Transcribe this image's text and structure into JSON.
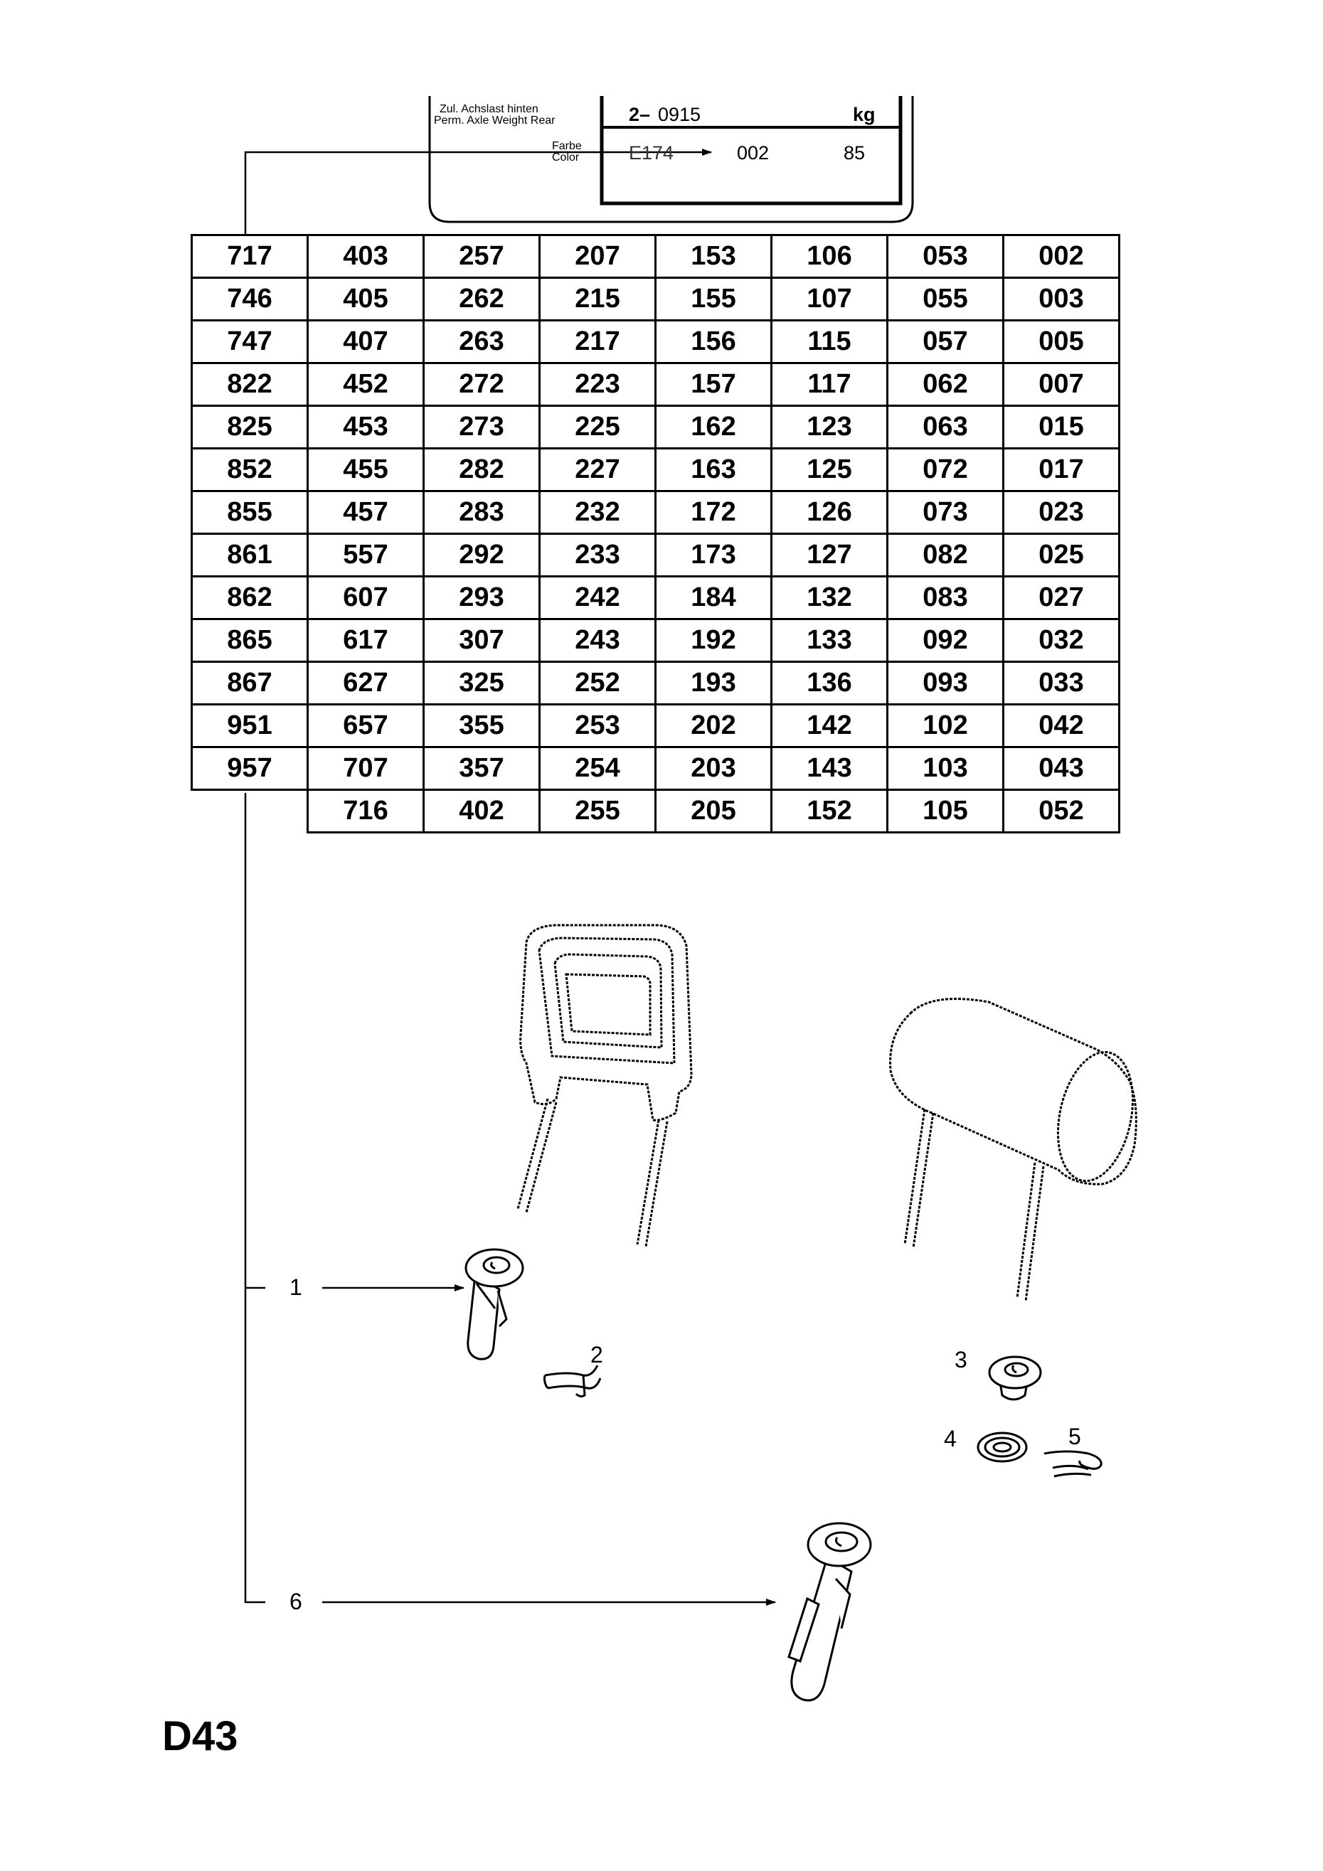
{
  "plate": {
    "axle_weight_label_de": "Zul. Achslast hinten",
    "axle_weight_label_en": "Perm. Axle Weight Rear",
    "color_label_de": "Farbe",
    "color_label_en": "Color",
    "axle_prefix": "2–",
    "axle_value": "0915",
    "unit": "kg",
    "color_code": "E174",
    "color_value": "002",
    "color_extra": "85"
  },
  "code_table": {
    "rows": [
      [
        "717",
        "403",
        "257",
        "207",
        "153",
        "106",
        "053",
        "002"
      ],
      [
        "746",
        "405",
        "262",
        "215",
        "155",
        "107",
        "055",
        "003"
      ],
      [
        "747",
        "407",
        "263",
        "217",
        "156",
        "115",
        "057",
        "005"
      ],
      [
        "822",
        "452",
        "272",
        "223",
        "157",
        "117",
        "062",
        "007"
      ],
      [
        "825",
        "453",
        "273",
        "225",
        "162",
        "123",
        "063",
        "015"
      ],
      [
        "852",
        "455",
        "282",
        "227",
        "163",
        "125",
        "072",
        "017"
      ],
      [
        "855",
        "457",
        "283",
        "232",
        "172",
        "126",
        "073",
        "023"
      ],
      [
        "861",
        "557",
        "292",
        "233",
        "173",
        "127",
        "082",
        "025"
      ],
      [
        "862",
        "607",
        "293",
        "242",
        "184",
        "132",
        "083",
        "027"
      ],
      [
        "865",
        "617",
        "307",
        "243",
        "192",
        "133",
        "092",
        "032"
      ],
      [
        "867",
        "627",
        "325",
        "252",
        "193",
        "136",
        "093",
        "033"
      ],
      [
        "951",
        "657",
        "355",
        "253",
        "202",
        "142",
        "102",
        "042"
      ],
      [
        "957",
        "707",
        "357",
        "254",
        "203",
        "143",
        "103",
        "043"
      ],
      [
        "",
        "716",
        "402",
        "255",
        "205",
        "152",
        "105",
        "052"
      ]
    ]
  },
  "callouts": {
    "c1": "1",
    "c2": "2",
    "c3": "3",
    "c4": "4",
    "c5": "5",
    "c6": "6"
  },
  "page_code": "D43",
  "icons": {
    "headrest_left": "headrest-open-frame-icon",
    "headrest_right": "headrest-roll-icon",
    "guide_1": "headrest-guide-sleeve-icon",
    "clip_2": "spring-clip-icon",
    "bush_3": "bush-icon",
    "washer_4": "washer-icon",
    "clip_5": "retaining-clip-icon",
    "guide_6": "headrest-guide-sleeve-long-icon"
  }
}
